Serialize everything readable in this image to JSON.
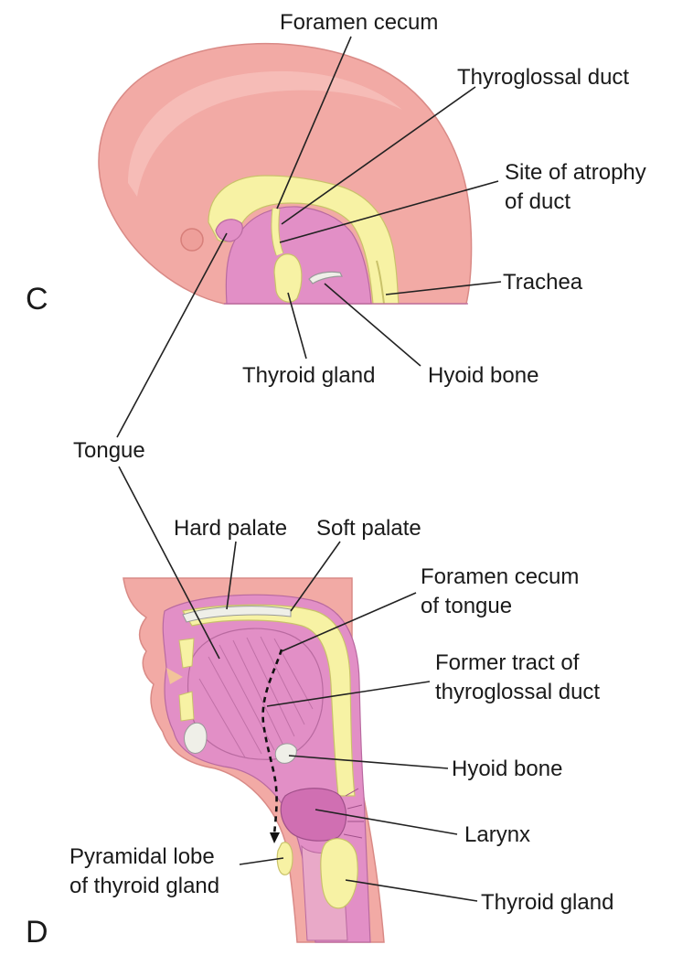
{
  "panel_c": {
    "letter": "C",
    "labels": {
      "foramen_cecum": "Foramen cecum",
      "thyroglossal_duct": "Thyroglossal duct",
      "site_of_atrophy_1": "Site of atrophy",
      "site_of_atrophy_2": "of duct",
      "trachea": "Trachea",
      "thyroid_gland": "Thyroid gland",
      "hyoid_bone": "Hyoid bone"
    }
  },
  "tongue_label": "Tongue",
  "panel_d": {
    "letter": "D",
    "labels": {
      "hard_palate": "Hard palate",
      "soft_palate": "Soft palate",
      "foramen_cecum_1": "Foramen cecum",
      "foramen_cecum_2": "of tongue",
      "former_tract_1": "Former tract of",
      "former_tract_2": "thyroglossal duct",
      "hyoid_bone": "Hyoid bone",
      "larynx": "Larynx",
      "pyramidal_lobe_1": "Pyramidal lobe",
      "pyramidal_lobe_2": "of thyroid gland",
      "thyroid_gland": "Thyroid gland"
    }
  },
  "colors": {
    "head_skin": "#f2aaa5",
    "mucosa_pink": "#e28fc6",
    "tissue_yellow": "#f7f2a4",
    "bone_white": "#efefe8",
    "line": "#222222"
  }
}
